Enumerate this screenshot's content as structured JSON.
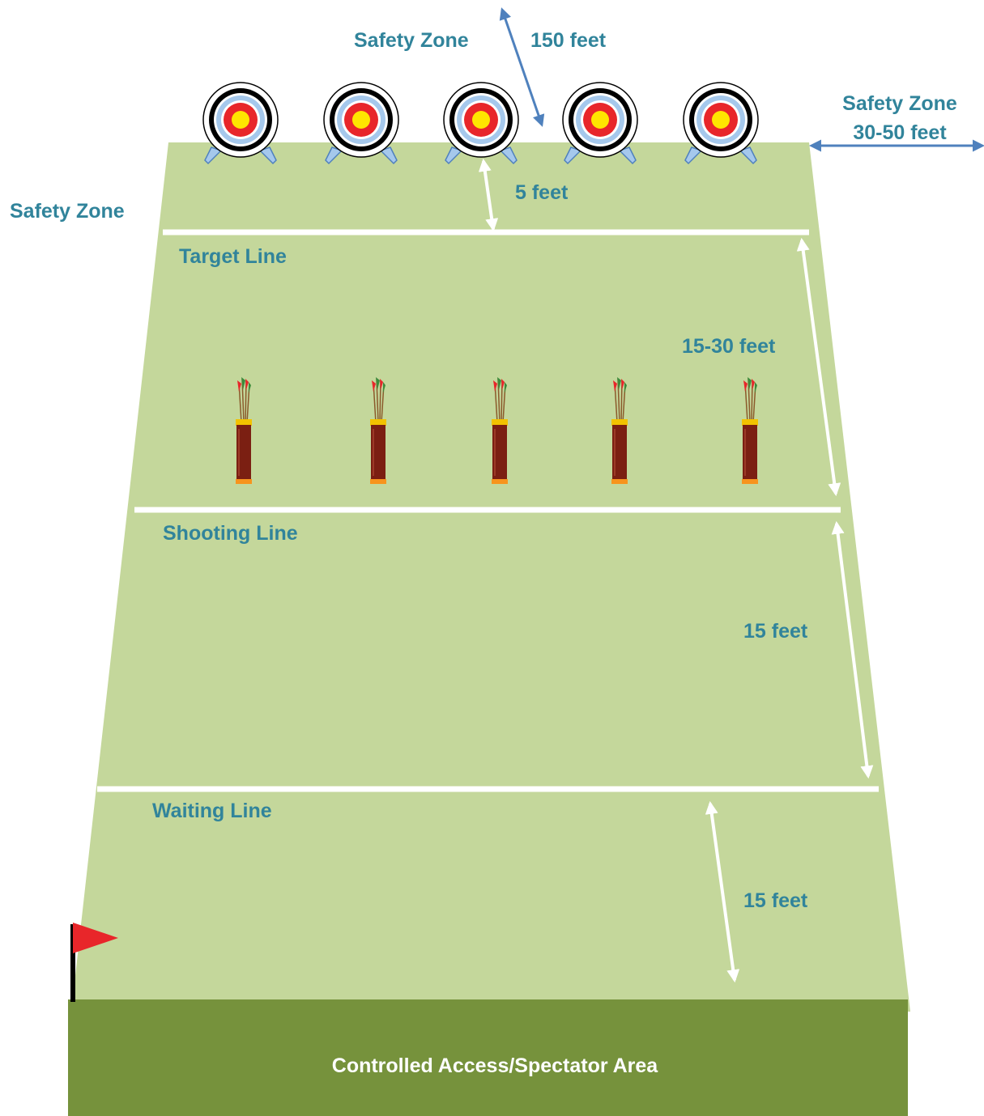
{
  "labels": {
    "safety_zone_top": "Safety Zone",
    "distance_150": "150 feet",
    "safety_zone_right": "Safety Zone",
    "distance_30_50": "30-50 feet",
    "safety_zone_left": "Safety Zone",
    "distance_5": "5 feet",
    "target_line": "Target Line",
    "distance_15_30": "15-30 feet",
    "shooting_line": "Shooting Line",
    "distance_15_a": "15 feet",
    "waiting_line": "Waiting Line",
    "distance_15_b": "15 feet",
    "spectator_area": "Controlled Access/Spectator Area"
  },
  "targets": [
    "target-icon",
    "target-icon",
    "target-icon",
    "target-icon",
    "target-icon"
  ],
  "quivers": [
    "quiver-icon",
    "quiver-icon",
    "quiver-icon",
    "quiver-icon",
    "quiver-icon"
  ],
  "colors": {
    "field": "#C4D79B",
    "spectator_area": "#76923C",
    "label": "#31849B",
    "blue_arrow": "#4F81BD",
    "flag": "#E8262A",
    "target_outer_ring": "#000000",
    "target_blue_ring": "#A5C8EC",
    "target_red_ring": "#E8262A",
    "target_gold": "#FFE600",
    "quiver_body": "#7B1F12"
  }
}
